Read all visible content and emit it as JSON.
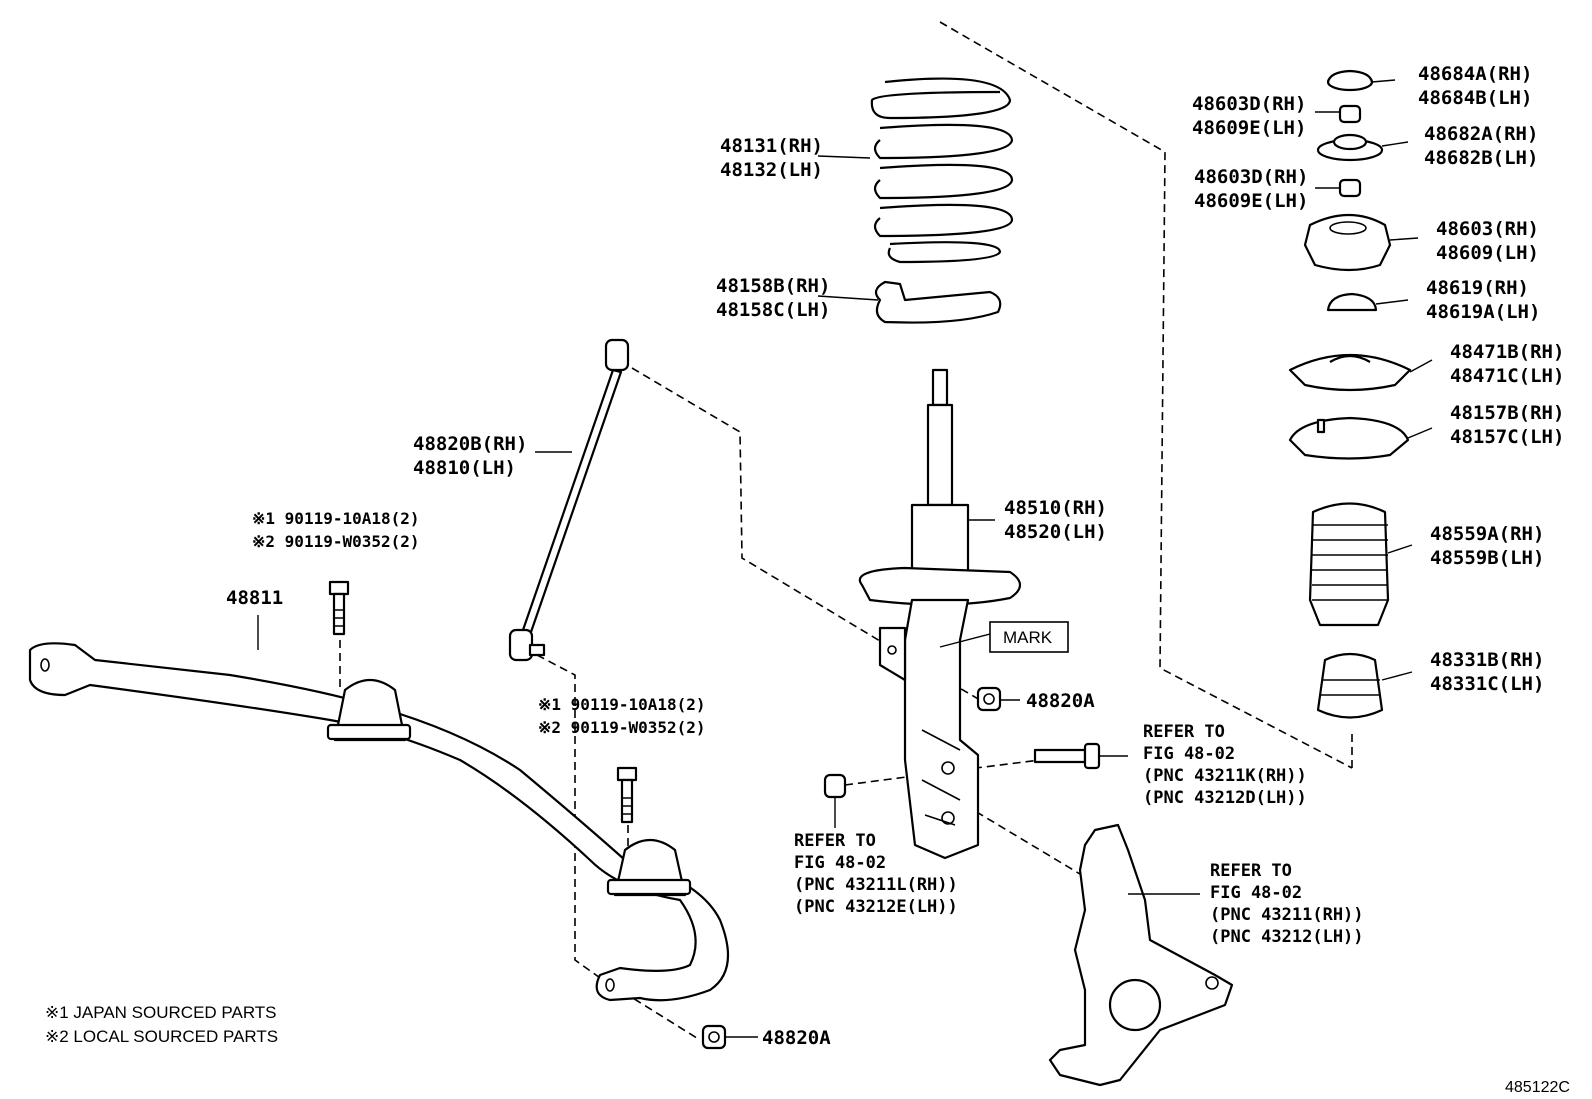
{
  "diagram_id": "485122C",
  "callouts": {
    "coil_spring": [
      "48131(RH)",
      "48132(LH)"
    ],
    "spring_insulator_lower": [
      "48158B(RH)",
      "48158C(LH)"
    ],
    "stabilizer_link": [
      "48820B(RH)",
      "48810(LH)"
    ],
    "bolt_upper": [
      "※1 90119-10A18(2)",
      "※2 90119-W0352(2)"
    ],
    "stabilizer_bar": "48811",
    "bolt_lower": [
      "※1 90119-10A18(2)",
      "※2 90119-W0352(2)"
    ],
    "shock_absorber": [
      "48510(RH)",
      "48520(LH)"
    ],
    "mark": "MARK",
    "nut_mid": "48820A",
    "nut_bottom": "48820A",
    "knuckle_bolt": [
      "REFER TO",
      "FIG 48-02",
      "(PNC 43211K(RH))",
      "(PNC 43212D(LH))"
    ],
    "knuckle_nut": [
      "REFER TO",
      "FIG 48-02",
      "(PNC 43211L(RH))",
      "(PNC 43212E(LH))"
    ],
    "steering_knuckle": [
      "REFER TO",
      "FIG 48-02",
      "(PNC 43211(RH))",
      "(PNC 43212(LH))"
    ],
    "cap": [
      "48684A(RH)",
      "48684B(LH)"
    ],
    "nut_top": [
      "48603D(RH)",
      "48609E(LH)"
    ],
    "retainer": [
      "48682A(RH)",
      "48682B(LH)"
    ],
    "nut_top2": [
      "48603D(RH)",
      "48609E(LH)"
    ],
    "support": [
      "48603(RH)",
      "48609(LH)"
    ],
    "spacer": [
      "48619(RH)",
      "48619A(LH)"
    ],
    "upper_insulator": [
      "48471B(RH)",
      "48471C(LH)"
    ],
    "upper_seat": [
      "48157B(RH)",
      "48157C(LH)"
    ],
    "boot": [
      "48559A(RH)",
      "48559B(LH)"
    ],
    "bumper": [
      "48331B(RH)",
      "48331C(LH)"
    ]
  },
  "legend": [
    "※1 JAPAN SOURCED PARTS",
    "※2 LOCAL SOURCED PARTS"
  ]
}
